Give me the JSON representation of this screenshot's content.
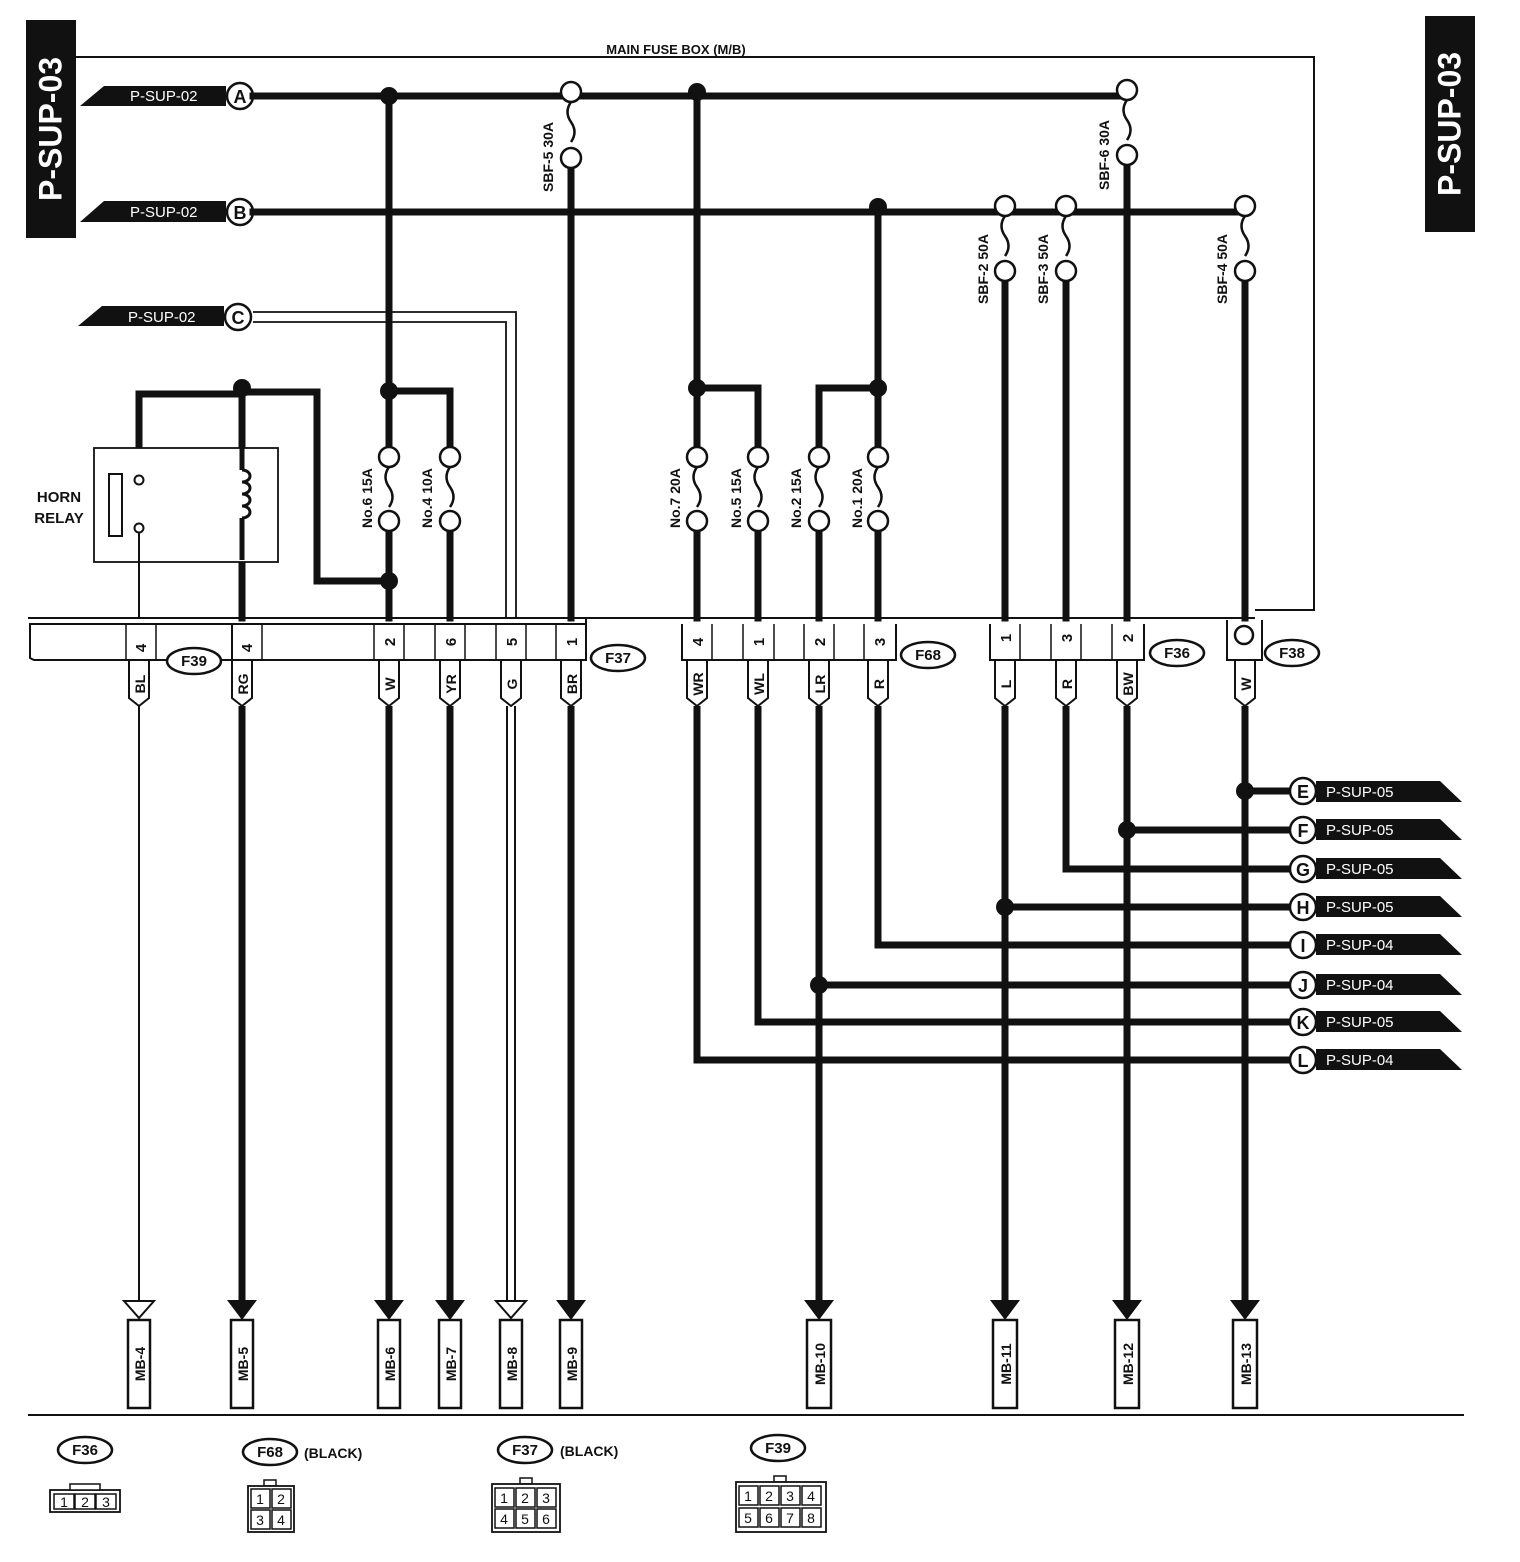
{
  "page": {
    "tab_left": "P-SUP-03",
    "tab_right": "P-SUP-03",
    "fuse_box_title": "MAIN FUSE BOX (M/B)",
    "horn_relay_line1": "HORN",
    "horn_relay_line2": "RELAY"
  },
  "inputs": [
    {
      "ref": "P-SUP-02",
      "letter": "A"
    },
    {
      "ref": "P-SUP-02",
      "letter": "B"
    },
    {
      "ref": "P-SUP-02",
      "letter": "C"
    }
  ],
  "slow_blow_fuses": [
    {
      "label": "SBF-5 30A"
    },
    {
      "label": "SBF-6 30A"
    },
    {
      "label": "SBF-2 50A"
    },
    {
      "label": "SBF-3 50A"
    },
    {
      "label": "SBF-4 50A"
    }
  ],
  "fuses": [
    {
      "label": "No.6 15A"
    },
    {
      "label": "No.4 10A"
    },
    {
      "label": "No.7 20A"
    },
    {
      "label": "No.5 15A"
    },
    {
      "label": "No.2 15A"
    },
    {
      "label": "No.1 20A"
    }
  ],
  "connectors": [
    {
      "name": "F39"
    },
    {
      "name": "F37"
    },
    {
      "name": "F68"
    },
    {
      "name": "F36"
    },
    {
      "name": "F38"
    }
  ],
  "pins": [
    {
      "pin": "4",
      "wire": "BL",
      "dest": "MB-4"
    },
    {
      "pin": "4",
      "wire": "RG",
      "dest": "MB-5"
    },
    {
      "pin": "2",
      "wire": "W",
      "dest": "MB-6"
    },
    {
      "pin": "6",
      "wire": "YR",
      "dest": "MB-7"
    },
    {
      "pin": "5",
      "wire": "G",
      "dest": "MB-8"
    },
    {
      "pin": "1",
      "wire": "BR",
      "dest": "MB-9"
    },
    {
      "pin": "4",
      "wire": "WR",
      "dest": ""
    },
    {
      "pin": "1",
      "wire": "WL",
      "dest": ""
    },
    {
      "pin": "2",
      "wire": "LR",
      "dest": "MB-10"
    },
    {
      "pin": "3",
      "wire": "R",
      "dest": ""
    },
    {
      "pin": "1",
      "wire": "L",
      "dest": "MB-11"
    },
    {
      "pin": "3",
      "wire": "R",
      "dest": ""
    },
    {
      "pin": "2",
      "wire": "BW",
      "dest": "MB-12"
    },
    {
      "pin": "",
      "wire": "W",
      "dest": "MB-13"
    }
  ],
  "outputs": [
    {
      "letter": "E",
      "ref": "P-SUP-05"
    },
    {
      "letter": "F",
      "ref": "P-SUP-05"
    },
    {
      "letter": "G",
      "ref": "P-SUP-05"
    },
    {
      "letter": "H",
      "ref": "P-SUP-05"
    },
    {
      "letter": "I",
      "ref": "P-SUP-04"
    },
    {
      "letter": "J",
      "ref": "P-SUP-04"
    },
    {
      "letter": "K",
      "ref": "P-SUP-05"
    },
    {
      "letter": "L",
      "ref": "P-SUP-04"
    }
  ],
  "connector_views": [
    {
      "name": "F36",
      "note": "",
      "cells": [
        "1",
        "2",
        "3"
      ]
    },
    {
      "name": "F68",
      "note": "(BLACK)",
      "cells": [
        "1",
        "2",
        "3",
        "4"
      ]
    },
    {
      "name": "F37",
      "note": "(BLACK)",
      "cells": [
        "1",
        "2",
        "3",
        "4",
        "5",
        "6"
      ]
    },
    {
      "name": "F39",
      "note": "",
      "cells": [
        "1",
        "2",
        "3",
        "4",
        "5",
        "6",
        "7",
        "8"
      ]
    }
  ]
}
